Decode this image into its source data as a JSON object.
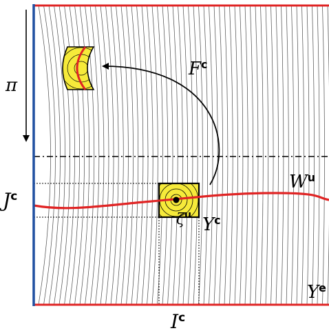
{
  "labels": {
    "pi": "π",
    "F_base": "F",
    "F_sup": "c",
    "W_base": "W",
    "W_sup": "u",
    "J_base": "J",
    "J_sup": "c",
    "zeta_base": "ζ",
    "zeta_sup": "u",
    "Yc_base": "Y",
    "Yc_sup": "c",
    "Ye_base": "Y",
    "Ye_sup": "e",
    "I_base": "I",
    "I_sup": "c"
  },
  "colors": {
    "left_edge": "#1f4fa0",
    "boundary_red": "#e02424",
    "box_fill": "#f6ea3a",
    "box_stroke": "#000000",
    "leaf_lines": "#555555"
  }
}
